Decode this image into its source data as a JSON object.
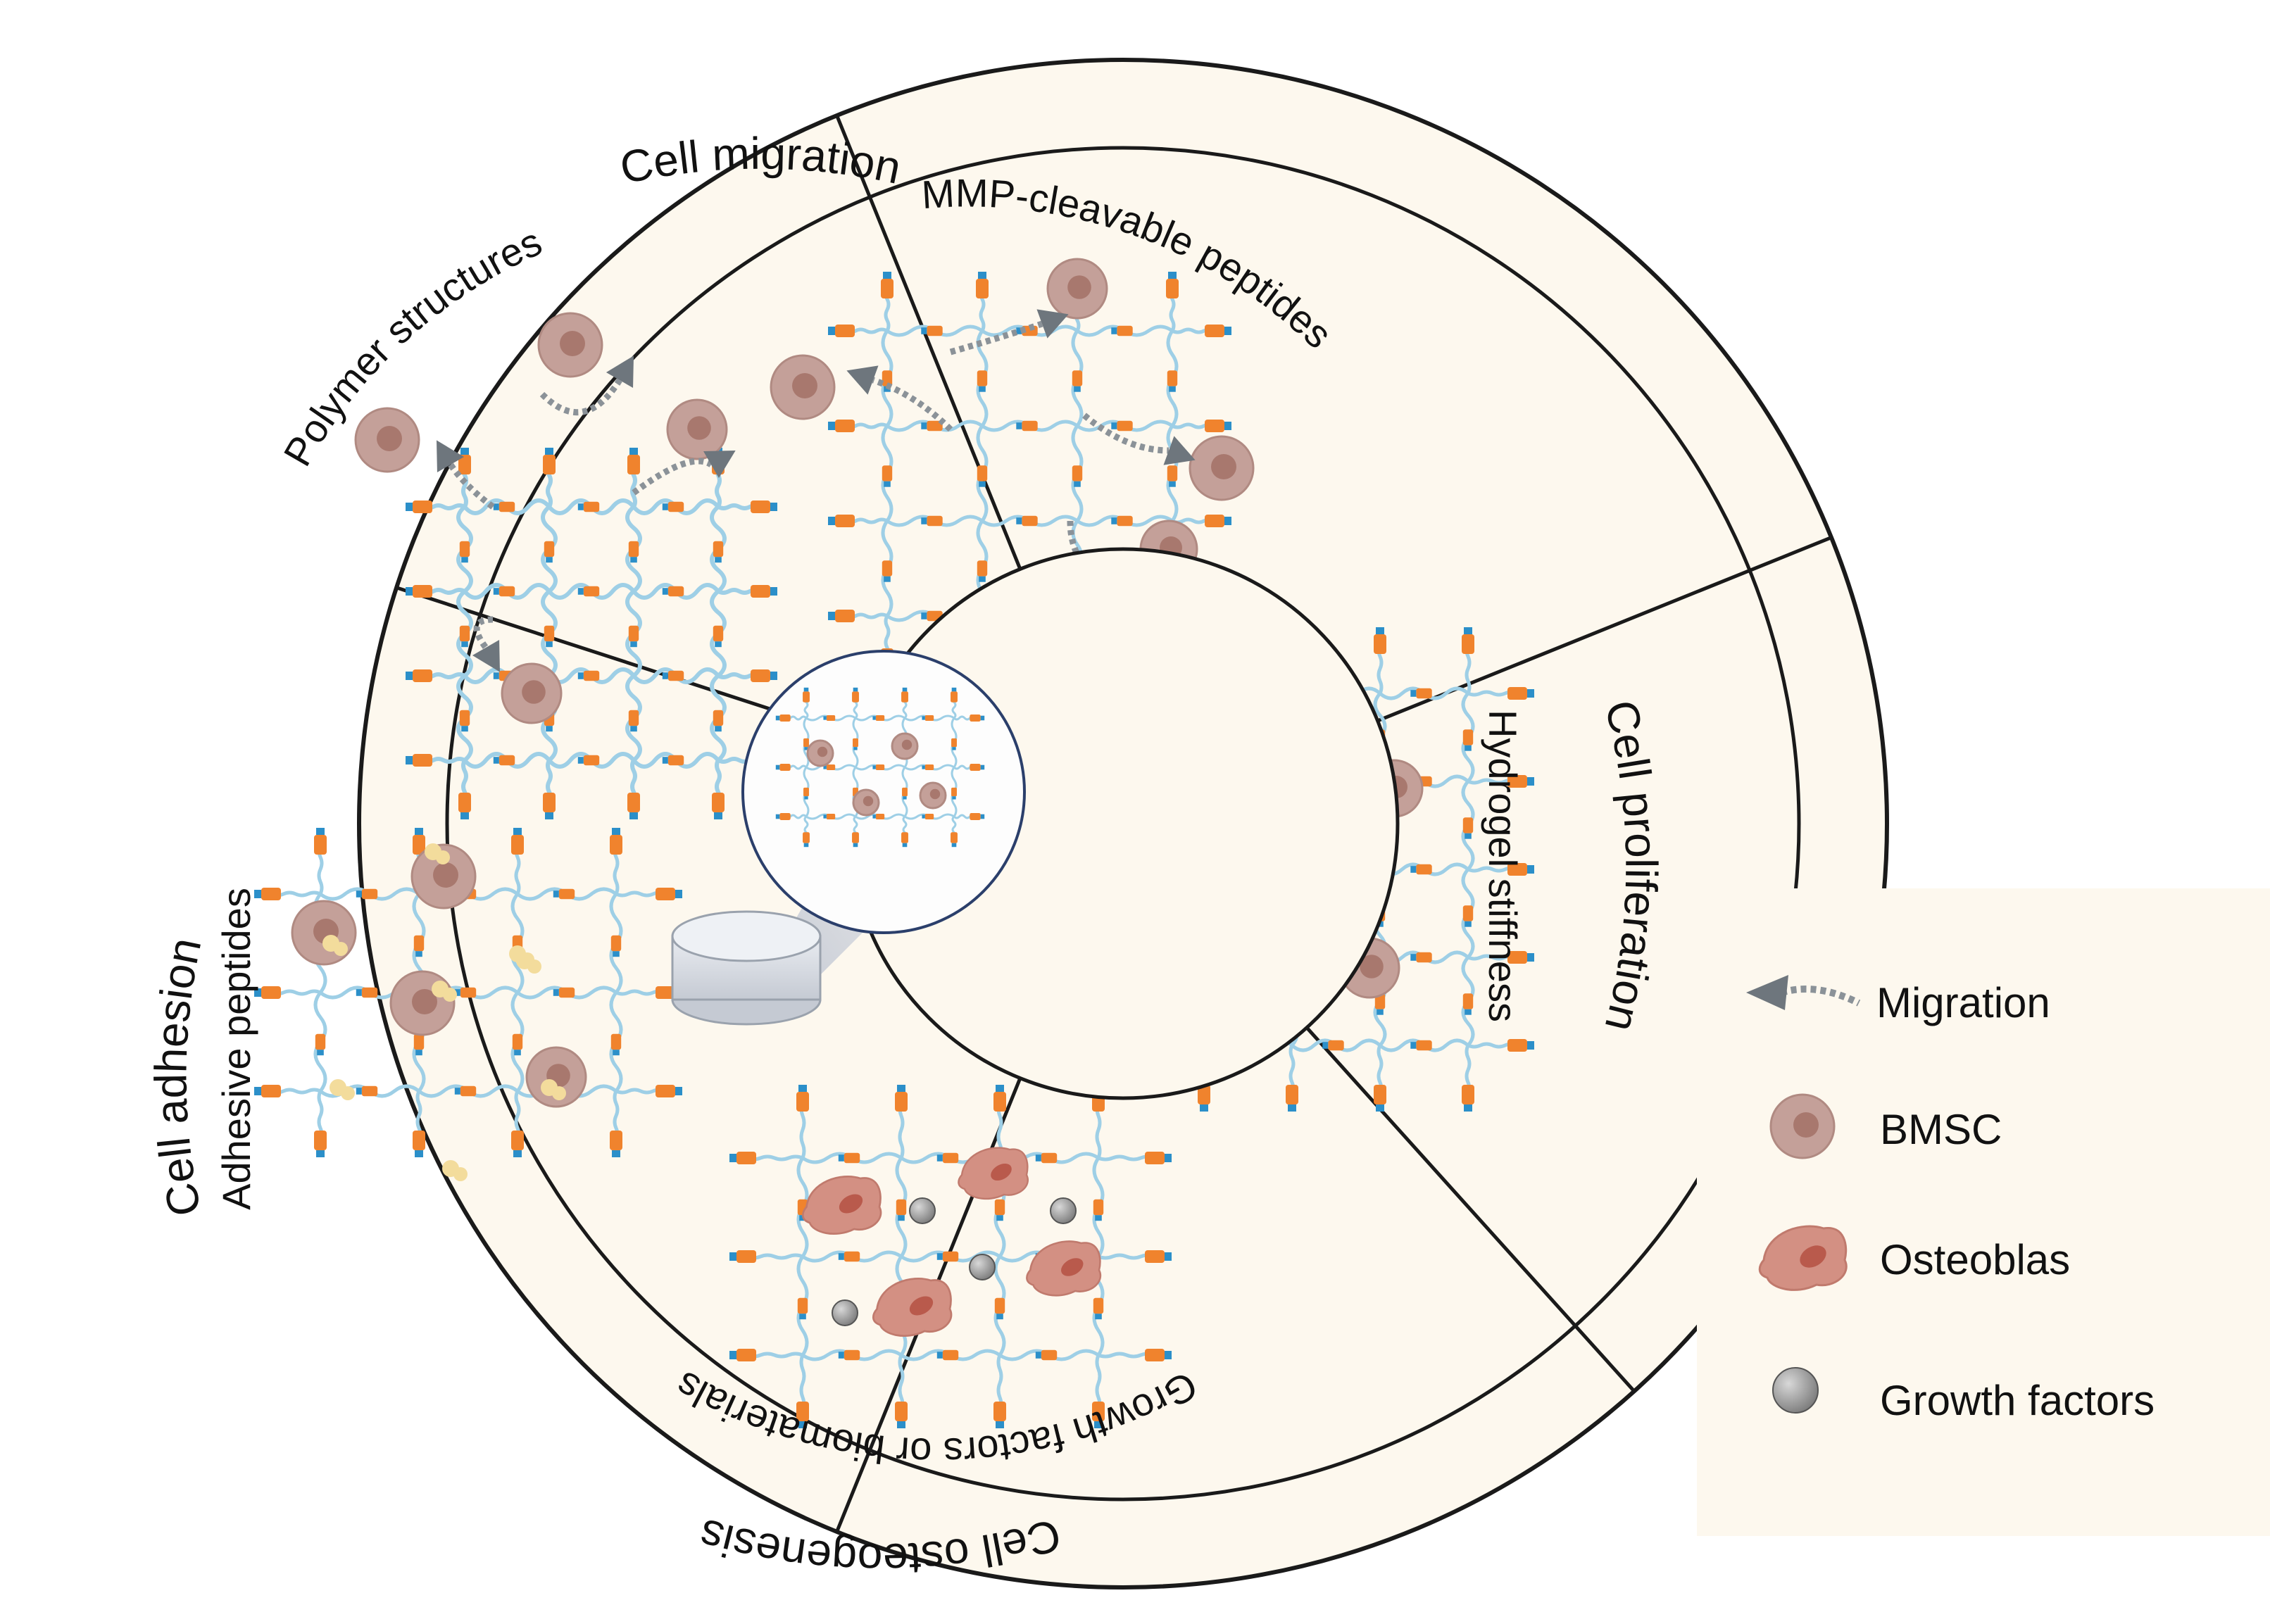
{
  "diagram": {
    "outer_ring": {
      "top": "Cell migration",
      "right": "Cell proliferation",
      "bottom": "Cell osteogenesis",
      "left": "Cell adhesion"
    },
    "sectors": {
      "polymer": "Polymer structures",
      "mmp": "MMP-cleavable peptides",
      "stiffness": "Hydrogel stiffness",
      "growth": "Growth factors or biomaterials",
      "adhesive": "Adhesive peptides"
    }
  },
  "legend": {
    "items": [
      {
        "label": "Migration",
        "icon": "migration-arrow-icon"
      },
      {
        "label": "BMSC",
        "icon": "bmsc-cell-icon"
      },
      {
        "label": "Osteoblas",
        "icon": "osteoblast-cell-icon"
      },
      {
        "label": "Growth factors",
        "icon": "growth-factor-sphere-icon"
      }
    ]
  },
  "colors": {
    "background_fill": "#fdf8ee",
    "outline": "#1a1a1a",
    "fiber": "#9ecfe6",
    "fiber_dark": "#2b8fc9",
    "crosslinker": "#f0832d",
    "bmsc": "#c4a099",
    "bmsc_nucleus": "#a8786e",
    "osteoblast": "#d39083",
    "osteoblast_nucleus": "#b95a4c",
    "growth_factor": "#9a9a9a",
    "migration_arrow": "#6e767d",
    "adhesive_peptide": "#f3dc9c"
  }
}
